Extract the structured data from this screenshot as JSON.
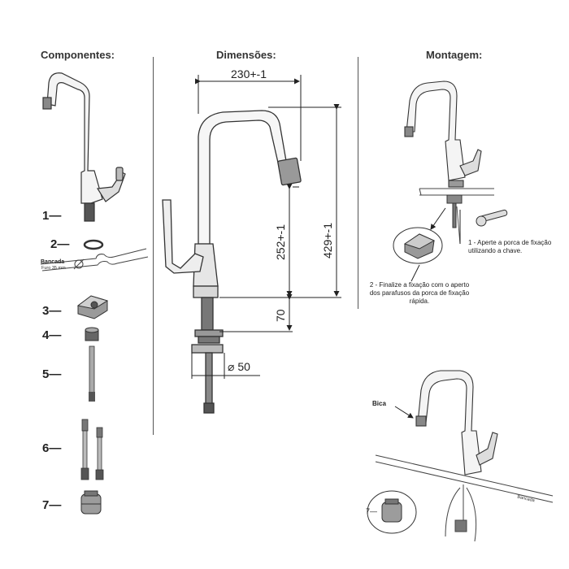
{
  "sections": {
    "components": "Componentes:",
    "dimensions": "Dimensões:",
    "assembly": "Montagem:"
  },
  "components": {
    "items": [
      "1—",
      "2—",
      "3—",
      "4—",
      "5—",
      "6—",
      "7—"
    ],
    "counter_label": "Bancada",
    "hole_label": "Furo 35 mm"
  },
  "dimensions": {
    "width": "230+-1",
    "spout_height": "252+-1",
    "total_height": "429+-1",
    "base_height": "70",
    "base_diameter": "⌀ 50"
  },
  "assembly": {
    "step1": "1 - Aperte a porca de fixação utilizando a chave.",
    "step2": "2 - Finalize a fixação com o aperto dos parafusos da porca de fixação rápida.",
    "spout_label": "Bica",
    "counter_label": "Bancada",
    "part7_label": "7—"
  }
}
